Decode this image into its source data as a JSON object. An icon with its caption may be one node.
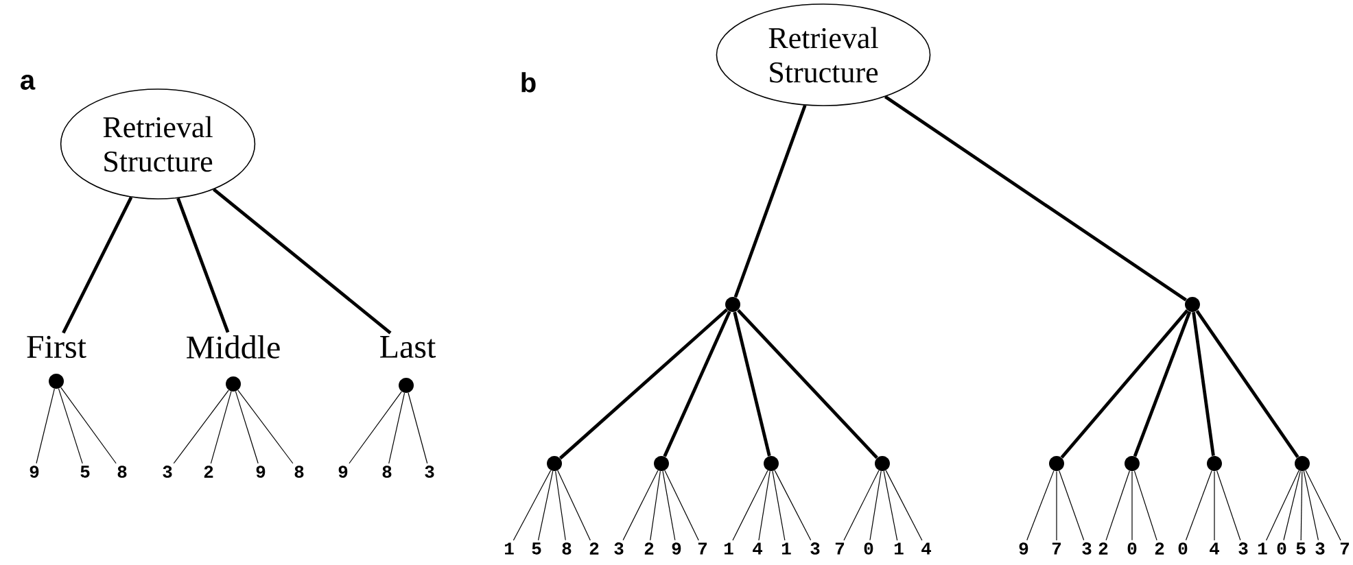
{
  "diagram": {
    "nodes": [
      {
        "text": [
          "Retrieval Structure"
        ]
      },
      {
        "text": [
          "First"
        ]
      },
      {
        "text": [
          "Middle"
        ]
      },
      {
        "text": [
          "Last"
        ]
      },
      {
        "text": [],
        "shape": "circle"
      },
      {
        "text": [],
        "shape": "circle"
      },
      {
        "text": [],
        "shape": "circle"
      },
      {
        "text": [
          "9"
        ]
      },
      {
        "text": [
          "5"
        ]
      },
      {
        "text": [
          "8"
        ]
      },
      {
        "text": [
          "3"
        ]
      },
      {
        "text": [
          "2"
        ]
      },
      {
        "text": [
          "9"
        ]
      },
      {
        "text": [
          "8"
        ]
      },
      {
        "text": [
          "9"
        ]
      },
      {
        "text": [
          "8"
        ]
      },
      {
        "text": [
          "3"
        ]
      },
      {
        "text": [
          "Retrieval Structure"
        ]
      },
      {
        "text": [],
        "shape": "circle"
      },
      {
        "text": [],
        "shape": "circle"
      },
      {
        "text": [],
        "shape": "circle"
      },
      {
        "text": [],
        "shape": "circle"
      },
      {
        "text": [],
        "shape": "circle"
      },
      {
        "text": [],
        "shape": "circle"
      },
      {
        "text": [],
        "shape": "circle"
      },
      {
        "text": [],
        "shape": "circle"
      },
      {
        "text": [],
        "shape": "circle"
      },
      {
        "text": [],
        "shape": "circle"
      },
      {
        "text": [
          "1"
        ]
      },
      {
        "text": [
          "5"
        ]
      },
      {
        "text": [
          "8"
        ]
      },
      {
        "text": [
          "2"
        ]
      },
      {
        "text": [
          "3"
        ]
      },
      {
        "text": [
          "2"
        ]
      },
      {
        "text": [
          "9"
        ]
      },
      {
        "text": [
          "7"
        ]
      },
      {
        "text": [
          "1"
        ]
      },
      {
        "text": [
          "4"
        ]
      },
      {
        "text": [
          "1"
        ]
      },
      {
        "text": [
          "3"
        ]
      },
      {
        "text": [
          "7"
        ]
      },
      {
        "text": [
          "0"
        ]
      },
      {
        "text": [
          "1"
        ]
      },
      {
        "text": [
          "4"
        ]
      },
      {
        "text": [
          "9"
        ]
      },
      {
        "text": [
          "7"
        ]
      },
      {
        "text": [
          "3"
        ]
      },
      {
        "text": [
          "2"
        ]
      },
      {
        "text": [
          "0"
        ]
      },
      {
        "text": [
          "2"
        ]
      },
      {
        "text": [
          "0"
        ]
      },
      {
        "text": [
          "4"
        ]
      },
      {
        "text": [
          "3"
        ]
      },
      {
        "text": [
          "1"
        ]
      },
      {
        "text": [
          "0"
        ]
      },
      {
        "text": [
          "5"
        ]
      },
      {
        "text": [
          "3"
        ]
      },
      {
        "text": [
          "7"
        ]
      }
    ],
    "edges": [
      {
        "from": 0,
        "to": 1,
        "arrow": "none",
        "style": "thick"
      },
      {
        "from": 0,
        "to": 2,
        "arrow": "none",
        "style": "thick"
      },
      {
        "from": 0,
        "to": 3,
        "arrow": "none",
        "style": "thick"
      },
      {
        "from": 4,
        "to": 7,
        "arrow": "none"
      },
      {
        "from": 4,
        "to": 8,
        "arrow": "none"
      },
      {
        "from": 4,
        "to": 9,
        "arrow": "none"
      },
      {
        "from": 5,
        "to": 10,
        "arrow": "none"
      },
      {
        "from": 5,
        "to": 11,
        "arrow": "none"
      },
      {
        "from": 5,
        "to": 12,
        "arrow": "none"
      },
      {
        "from": 5,
        "to": 13,
        "arrow": "none"
      },
      {
        "from": 6,
        "to": 14,
        "arrow": "none"
      },
      {
        "from": 6,
        "to": 15,
        "arrow": "none"
      },
      {
        "from": 6,
        "to": 16,
        "arrow": "none"
      },
      {
        "from": 17,
        "to": 18,
        "arrow": "none",
        "style": "thick"
      },
      {
        "from": 17,
        "to": 19,
        "arrow": "none",
        "style": "thick"
      },
      {
        "from": 18,
        "to": 20,
        "arrow": "none",
        "style": "thick"
      },
      {
        "from": 18,
        "to": 21,
        "arrow": "none",
        "style": "thick"
      },
      {
        "from": 18,
        "to": 22,
        "arrow": "none",
        "style": "thick"
      },
      {
        "from": 18,
        "to": 23,
        "arrow": "none",
        "style": "thick"
      },
      {
        "from": 19,
        "to": 24,
        "arrow": "none",
        "style": "thick"
      },
      {
        "from": 19,
        "to": 25,
        "arrow": "none",
        "style": "thick"
      },
      {
        "from": 19,
        "to": 26,
        "arrow": "none",
        "style": "thick"
      },
      {
        "from": 19,
        "to": 27,
        "arrow": "none",
        "style": "thick"
      },
      {
        "from": 20,
        "to": 28,
        "arrow": "none"
      },
      {
        "from": 20,
        "to": 29,
        "arrow": "none"
      },
      {
        "from": 20,
        "to": 30,
        "arrow": "none"
      },
      {
        "from": 20,
        "to": 31,
        "arrow": "none"
      },
      {
        "from": 21,
        "to": 32,
        "arrow": "none"
      },
      {
        "from": 21,
        "to": 33,
        "arrow": "none"
      },
      {
        "from": 21,
        "to": 34,
        "arrow": "none"
      },
      {
        "from": 21,
        "to": 35,
        "arrow": "none"
      },
      {
        "from": 22,
        "to": 36,
        "arrow": "none"
      },
      {
        "from": 22,
        "to": 37,
        "arrow": "none"
      },
      {
        "from": 22,
        "to": 38,
        "arrow": "none"
      },
      {
        "from": 22,
        "to": 39,
        "arrow": "none"
      },
      {
        "from": 23,
        "to": 40,
        "arrow": "none"
      },
      {
        "from": 23,
        "to": 41,
        "arrow": "none"
      },
      {
        "from": 23,
        "to": 42,
        "arrow": "none"
      },
      {
        "from": 23,
        "to": 43,
        "arrow": "none"
      },
      {
        "from": 24,
        "to": 44,
        "arrow": "none"
      },
      {
        "from": 24,
        "to": 45,
        "arrow": "none"
      },
      {
        "from": 24,
        "to": 46,
        "arrow": "none"
      },
      {
        "from": 25,
        "to": 47,
        "arrow": "none"
      },
      {
        "from": 25,
        "to": 48,
        "arrow": "none"
      },
      {
        "from": 25,
        "to": 49,
        "arrow": "none"
      },
      {
        "from": 26,
        "to": 50,
        "arrow": "none"
      },
      {
        "from": 26,
        "to": 51,
        "arrow": "none"
      },
      {
        "from": 26,
        "to": 52,
        "arrow": "none"
      },
      {
        "from": 27,
        "to": 53,
        "arrow": "none"
      },
      {
        "from": 27,
        "to": 54,
        "arrow": "none"
      },
      {
        "from": 27,
        "to": 55,
        "arrow": "none"
      },
      {
        "from": 27,
        "to": 56,
        "arrow": "none"
      },
      {
        "from": 27,
        "to": 57,
        "arrow": "none"
      }
    ],
    "labels": [
      "a",
      "b"
    ]
  }
}
